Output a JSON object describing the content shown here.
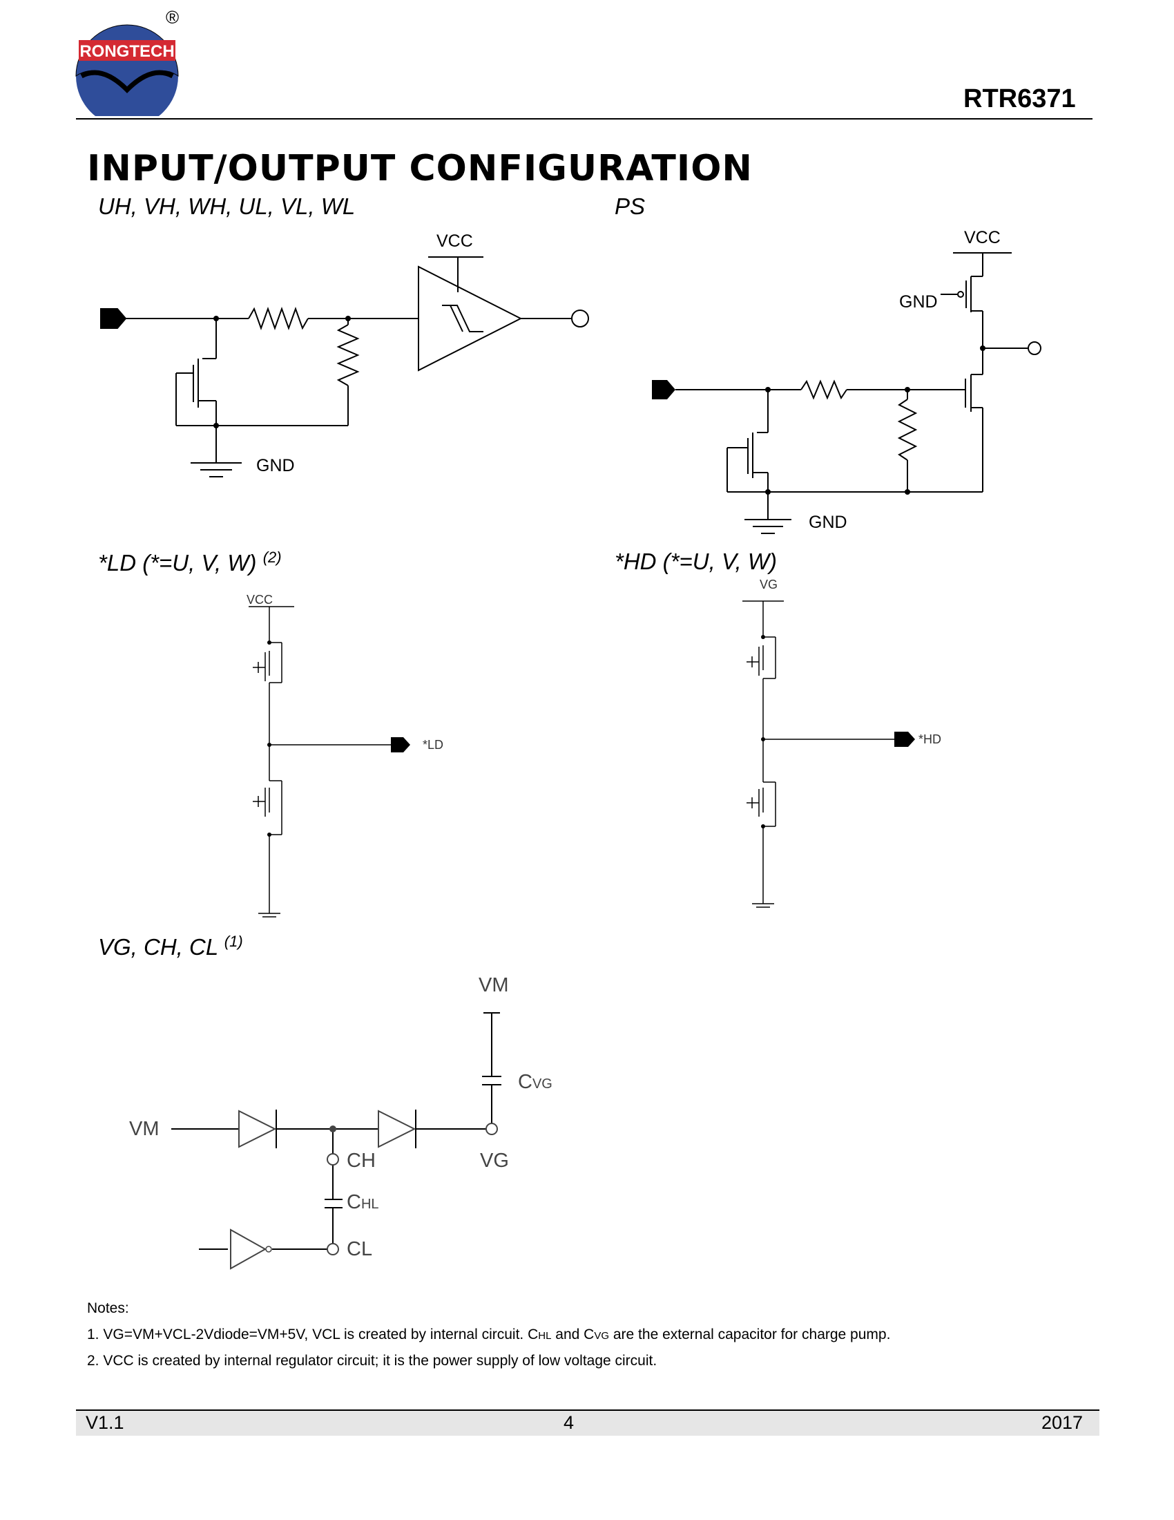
{
  "header": {
    "logo_text": "RONGTECH",
    "registered_mark": "®",
    "part_number": "RTR6371"
  },
  "page_title": "INPUT/OUTPUT CONFIGURATION",
  "sections": {
    "uh": {
      "title": "UH, VH, WH, UL, VL, WL",
      "labels": {
        "vcc": "VCC",
        "gnd": "GND"
      }
    },
    "ps": {
      "title": "PS",
      "labels": {
        "vcc": "VCC",
        "gnd_gate": "GND",
        "gnd": "GND"
      }
    },
    "ld": {
      "title": "*LD (*=U, V, W)",
      "note_ref": "(2)",
      "labels": {
        "vcc": "VCC",
        "out": "*LD"
      }
    },
    "hd": {
      "title": "*HD (*=U, V, W)",
      "labels": {
        "vg": "VG",
        "out": "*HD"
      }
    },
    "vg": {
      "title": "VG, CH, CL",
      "note_ref": "(1)",
      "labels": {
        "vm_top": "VM",
        "vm_left": "VM",
        "cvg_main": "C",
        "cvg_sub": "VG",
        "ch": "CH",
        "chl_main": "C",
        "chl_sub": "HL",
        "cl": "CL",
        "vg": "VG"
      }
    }
  },
  "notes": {
    "heading": "Notes:",
    "n1_a": "1. VG=VM+VCL-2Vdiode=VM+5V, VCL is created by internal circuit. C",
    "n1_sub1": "HL",
    "n1_b": " and C",
    "n1_sub2": "VG",
    "n1_c": " are the external capacitor for charge pump.",
    "n2": "2. VCC is created by internal regulator circuit; it is the power supply of low voltage circuit."
  },
  "footer": {
    "version": "V1.1",
    "page": "4",
    "year": "2017"
  },
  "colors": {
    "logo_red": "#d42a33",
    "logo_blue": "#2f4d9a",
    "footer_bg": "#e6e6e6"
  }
}
